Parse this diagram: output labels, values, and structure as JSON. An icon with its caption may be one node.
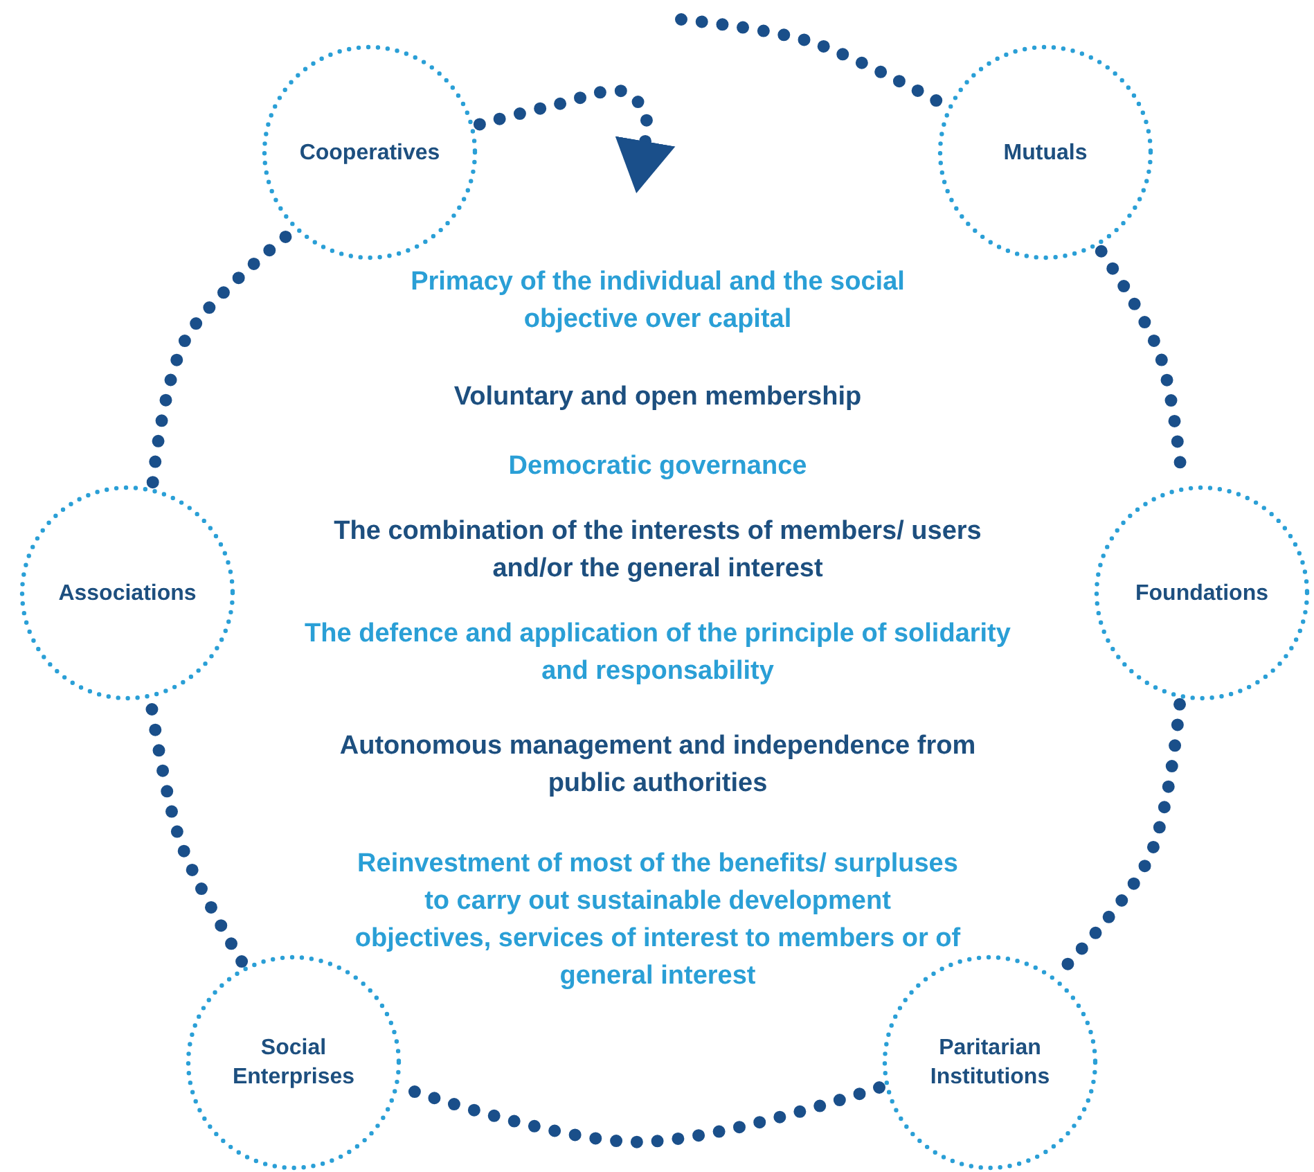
{
  "diagram": {
    "nodes": [
      {
        "text": [
          "Cooperatives"
        ]
      },
      {
        "text": [
          "Mutuals"
        ]
      },
      {
        "text": [
          "Associations"
        ]
      },
      {
        "text": [
          "Foundations"
        ]
      },
      {
        "text": [
          "Social Enterprises"
        ]
      },
      {
        "text": [
          "Paritarian Institutions"
        ]
      }
    ],
    "edges": [
      {
        "from": 0,
        "to": null,
        "arrow": "to"
      },
      {
        "from": null,
        "to": 1,
        "arrow": "none"
      },
      {
        "from": 1,
        "to": 3,
        "arrow": "none"
      },
      {
        "from": 3,
        "to": 5,
        "arrow": "none"
      },
      {
        "from": 5,
        "to": 4,
        "arrow": "none"
      },
      {
        "from": 4,
        "to": 2,
        "arrow": "none"
      },
      {
        "from": 2,
        "to": 0,
        "arrow": "none"
      }
    ],
    "labels": [
      "Primacy of the individual and the social objective over capital",
      "Voluntary and open membership",
      "Democratic governance",
      "The combination of the interests of members/ users and/or the general interest",
      "The defence and application of the principle of solidarity and responsability",
      "Autonomous management and independence from public authorities",
      "Reinvestment of most of the benefits/ surpluses to carry out sustainable development objectives, services of interest to members or of general interest"
    ]
  }
}
